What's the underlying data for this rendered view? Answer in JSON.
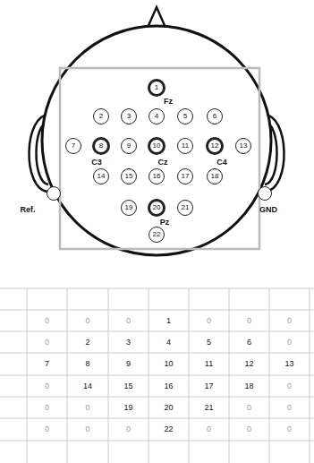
{
  "diagram": {
    "nodes": [
      {
        "text": [
          "1",
          "Fz"
        ]
      },
      {
        "text": [
          "2"
        ]
      },
      {
        "text": [
          "3"
        ]
      },
      {
        "text": [
          "4"
        ]
      },
      {
        "text": [
          "5"
        ]
      },
      {
        "text": [
          "6"
        ]
      },
      {
        "text": [
          "7"
        ]
      },
      {
        "text": [
          "8",
          "C3"
        ]
      },
      {
        "text": [
          "9"
        ]
      },
      {
        "text": [
          "10",
          "Cz"
        ]
      },
      {
        "text": [
          "11"
        ]
      },
      {
        "text": [
          "12",
          "C4"
        ]
      },
      {
        "text": [
          "13"
        ]
      },
      {
        "text": [
          "14"
        ]
      },
      {
        "text": [
          "15"
        ]
      },
      {
        "text": [
          "16"
        ]
      },
      {
        "text": [
          "17"
        ]
      },
      {
        "text": [
          "18"
        ]
      },
      {
        "text": [
          "19"
        ]
      },
      {
        "text": [
          "20",
          "Pz"
        ]
      },
      {
        "text": [
          "21"
        ]
      },
      {
        "text": [
          "22"
        ]
      },
      {
        "text": [
          "Ref."
        ]
      },
      {
        "text": [
          "GND"
        ]
      }
    ],
    "labels": [
      "0",
      "0",
      "0",
      "1",
      "0",
      "0",
      "0",
      "0",
      "2",
      "3",
      "4",
      "5",
      "6",
      "0",
      "7",
      "8",
      "9",
      "10",
      "11",
      "12",
      "13",
      "0",
      "14",
      "15",
      "16",
      "17",
      "18",
      "0",
      "0",
      "0",
      "19",
      "20",
      "21",
      "0",
      "0",
      "0",
      "0",
      "0",
      "22",
      "0",
      "0",
      "0"
    ]
  }
}
